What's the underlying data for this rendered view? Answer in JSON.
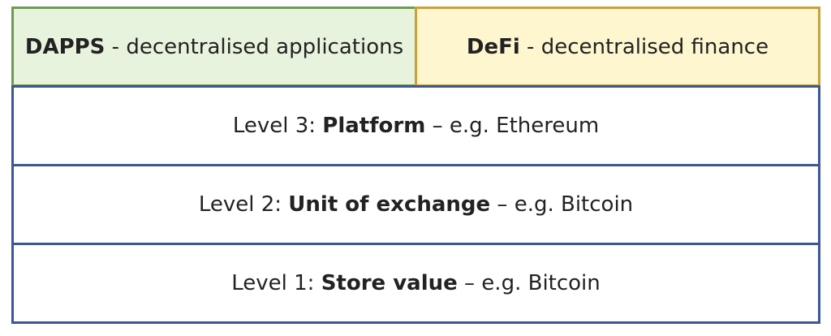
{
  "top_row": {
    "dapps": {
      "bold": "DAPPS",
      "rest": " - decentralised applications"
    },
    "defi": {
      "bold": "DeFi",
      "rest": " - decentralised finance"
    }
  },
  "levels": [
    {
      "prefix": "Level 3: ",
      "bold": "Platform",
      "rest": " – e.g. Ethereum"
    },
    {
      "prefix": "Level 2: ",
      "bold": "Unit of exchange",
      "rest": " – e.g. Bitcoin"
    },
    {
      "prefix": "Level 1: ",
      "bold": "Store value",
      "rest": " – e.g. Bitcoin"
    }
  ],
  "colors": {
    "dapps_fill": "#e8f3de",
    "dapps_border": "#6f9a4f",
    "defi_fill": "#fdf6cf",
    "defi_border": "#c7a23b",
    "level_border": "#3b5794"
  }
}
